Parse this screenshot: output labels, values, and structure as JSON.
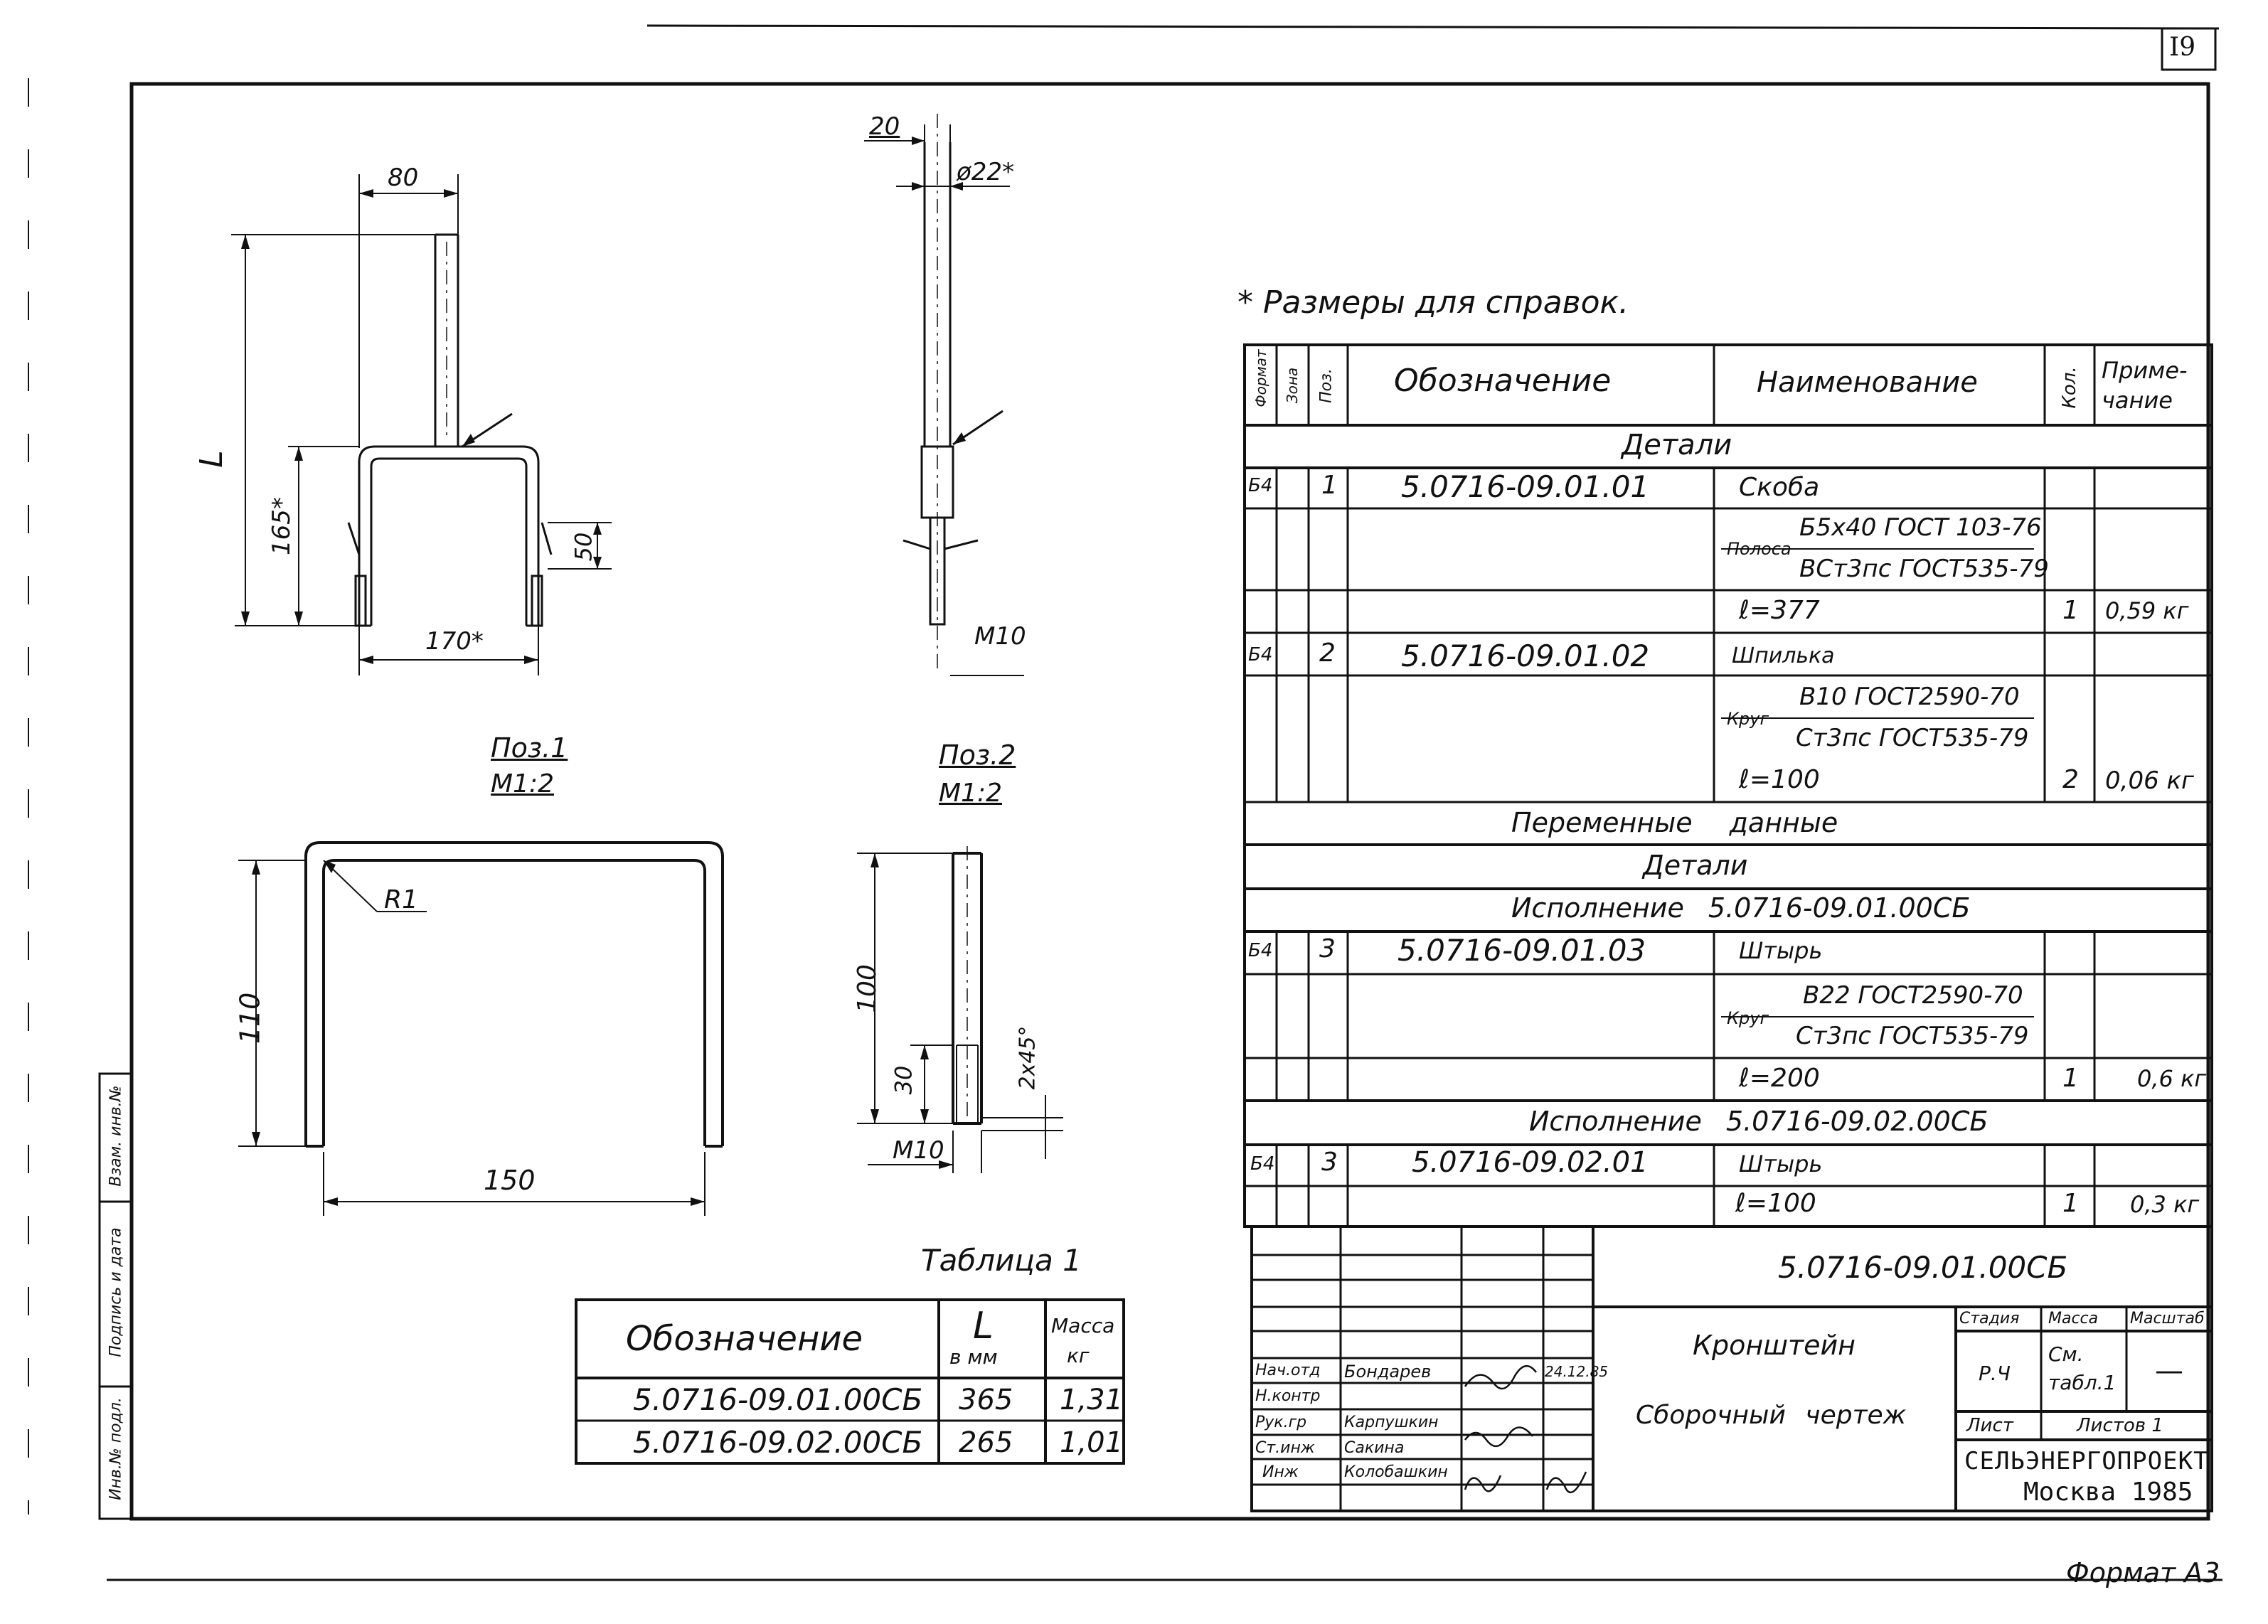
{
  "sheet": {
    "page_number": "I9",
    "format": "Формат А3",
    "note": "* Размеры для справок."
  },
  "drawing": {
    "pos1": {
      "label": "Поз.1",
      "scale": "М1:2",
      "dim_width": "80",
      "dim_L": "L",
      "dim_165": "165*",
      "dim_50": "50",
      "dim_170": "170*"
    },
    "pos1_front": {
      "dim_110": "110",
      "dim_150": "150",
      "dim_radius": "R1"
    },
    "pos2": {
      "label": "Поз.2",
      "scale": "М1:2",
      "dim_20": "20",
      "dim_diameter": "ø22*",
      "dim_thread": "М10"
    },
    "pos2_side": {
      "dim_100": "100",
      "dim_30": "30",
      "dim_chamfer": "2х45°",
      "dim_thread": "М10"
    }
  },
  "spec": {
    "headers": {
      "format": "Формат",
      "zone": "Зона",
      "pos": "Поз.",
      "designation": "Обозначение",
      "name": "Наименование",
      "qty": "Кол.",
      "note": "Приме-чание"
    },
    "section_details": "Детали",
    "r1": {
      "fmt": "Б4",
      "pos": "1",
      "designation": "5.0716-09.01.01",
      "name": "Скоба"
    },
    "r1_material": {
      "prefix": "Полоса",
      "top": "Б5х40 ГОСТ 103-76",
      "bottom": "ВСт3пс ГОСТ535-79"
    },
    "r1_len": {
      "name": "ℓ=377",
      "qty": "1",
      "note": "0,59 кг"
    },
    "r2": {
      "fmt": "Б4",
      "pos": "2",
      "designation": "5.0716-09.01.02",
      "name": "Шпилька"
    },
    "r2_material": {
      "prefix": "Круг",
      "top": "В10 ГОСТ2590-70",
      "bottom": "Ст3пс ГОСТ535-79"
    },
    "r2_len": {
      "name": "ℓ=100",
      "qty": "2",
      "note": "0,06 кг"
    },
    "section_variable": "Переменные данные",
    "section_details2": "Детали",
    "section_version1": "Исполнение 5.0716-09.01.00СБ",
    "r3": {
      "fmt": "Б4",
      "pos": "3",
      "designation": "5.0716-09.01.03",
      "name": "Штырь"
    },
    "r3_material": {
      "prefix": "Круг",
      "top": "В22 ГОСТ2590-70",
      "bottom": "Ст3пс ГОСТ535-79"
    },
    "r3_len": {
      "name": "ℓ=200",
      "qty": "1",
      "note": "0,6 кг"
    },
    "section_version2": "Исполнение 5.0716-09.02.00СБ",
    "r4": {
      "fmt": "Б4",
      "pos": "3",
      "designation": "5.0716-09.02.01",
      "name": "Штырь"
    },
    "r4_len": {
      "name": "ℓ=100",
      "qty": "1",
      "note": "0,3 кг"
    }
  },
  "table1": {
    "title": "Таблица 1",
    "headers": {
      "designation": "Обозначение",
      "L": "L",
      "L_unit": "в мм",
      "mass": "Масса",
      "mass_unit": "кг"
    },
    "rows": [
      {
        "designation": "5.0716-09.01.00СБ",
        "L": "365",
        "mass": "1,31"
      },
      {
        "designation": "5.0716-09.02.00СБ",
        "L": "265",
        "mass": "1,01"
      }
    ]
  },
  "title_block": {
    "doc_code": "5.0716-09.01.00СБ",
    "title": "Кронштейн",
    "subtitle": "Сборочный чертеж",
    "stage_h": "Стадия",
    "mass_h": "Масса",
    "scale_h": "Масштаб",
    "stage": "Р.Ч",
    "mass": "См. табл.1",
    "scale": "—",
    "sheet": "Лист",
    "sheets": "Листов 1",
    "org": "СЕЛЬЭНЕРГОПРОЕКТ",
    "city_year": "Москва 1985",
    "signers": [
      {
        "role": "Нач.отд",
        "name": "Бондарев",
        "date": "24.12.85"
      },
      {
        "role": "Н.контр",
        "name": "",
        "date": ""
      },
      {
        "role": "Рук.гр",
        "name": "Карпушкин",
        "date": ""
      },
      {
        "role": "Ст.инж",
        "name": "Сакина",
        "date": ""
      },
      {
        "role": "Инж",
        "name": "Колобашкин",
        "date": ""
      }
    ]
  },
  "left_strip": {
    "a": "Инв.№ подл.",
    "b": "Подпись и дата",
    "c": "Взам. инв.№"
  }
}
